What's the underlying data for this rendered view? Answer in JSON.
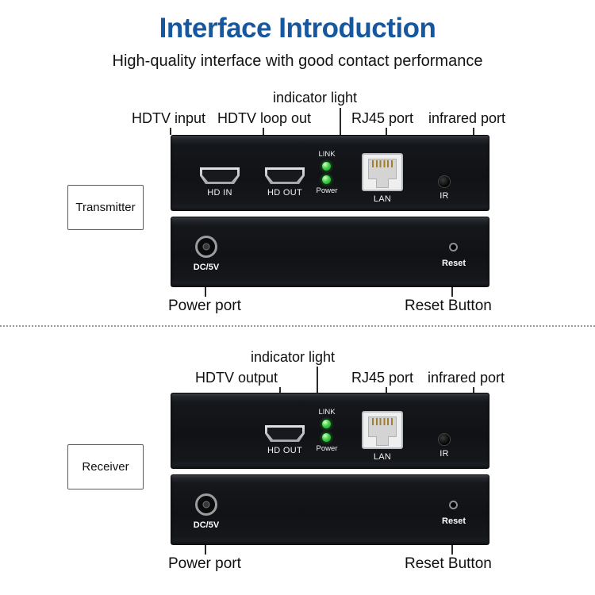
{
  "header": {
    "title": "Interface Introduction",
    "subtitle": "High-quality interface with good contact performance"
  },
  "transmitter": {
    "tag": "Transmitter",
    "callouts": {
      "indicator_light": "indicator light",
      "hdtv_input": "HDTV input",
      "hdtv_loop_out": "HDTV loop out",
      "rj45_port": "RJ45 port",
      "infrared_port": "infrared port",
      "power_port": "Power port",
      "reset_button": "Reset Button"
    },
    "panel": {
      "hd_in": "HD IN",
      "hd_out": "HD OUT",
      "link": "LINK",
      "power": "Power",
      "lan": "LAN",
      "ir": "IR",
      "dc": "DC/5V",
      "reset": "Reset"
    }
  },
  "receiver": {
    "tag": "Receiver",
    "callouts": {
      "indicator_light": "indicator light",
      "hdtv_output": "HDTV output",
      "rj45_port": "RJ45 port",
      "infrared_port": "infrared port",
      "power_port": "Power port",
      "reset_button": "Reset Button"
    },
    "panel": {
      "hd_out": "HD OUT",
      "link": "LINK",
      "power": "Power",
      "lan": "LAN",
      "ir": "IR",
      "dc": "DC/5V",
      "reset": "Reset"
    }
  },
  "colors": {
    "title_blue": "#1558a0",
    "panel_black": "#101216",
    "led_green": "#46d24b"
  }
}
